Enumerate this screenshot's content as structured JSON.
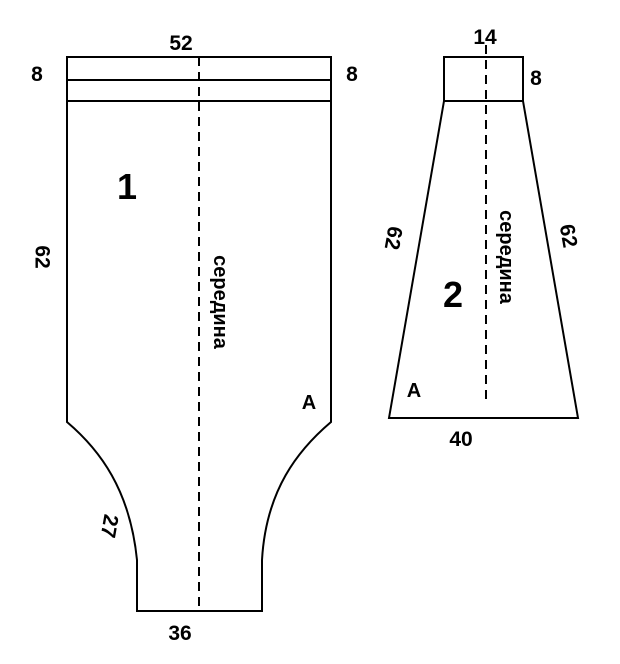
{
  "pieces": [
    {
      "number": "1",
      "center_label": "середина",
      "point_label": "А",
      "dimensions": {
        "top_width": "52",
        "left_band": "8",
        "right_band": "8",
        "side_length": "62",
        "crotch_curve": "27",
        "bottom_width": "36"
      }
    },
    {
      "number": "2",
      "center_label": "середина",
      "point_label": "А",
      "dimensions": {
        "top_width": "14",
        "band": "8",
        "left_side": "62",
        "right_side": "62",
        "bottom_width": "40"
      }
    }
  ],
  "colors": {
    "line": "#000000",
    "background": "#ffffff"
  }
}
